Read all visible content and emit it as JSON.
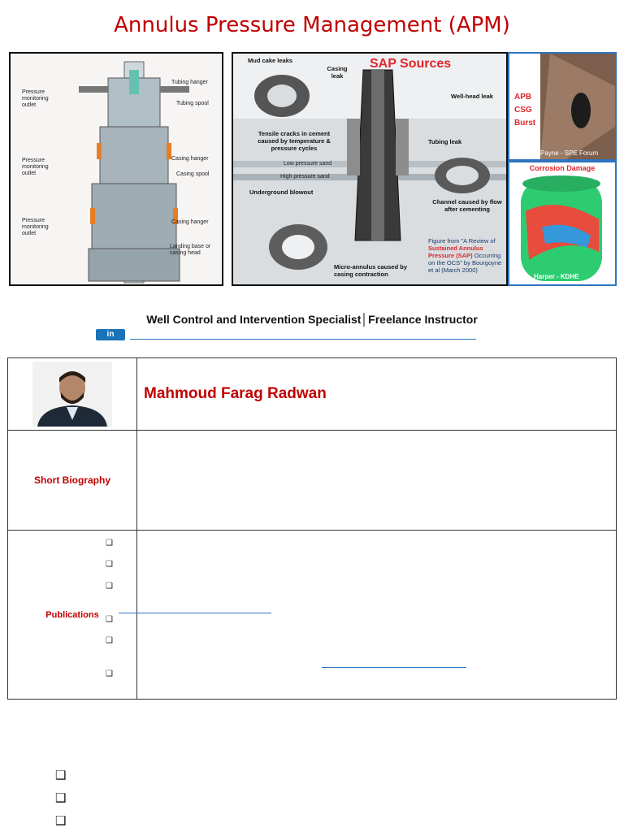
{
  "title": "Annulus Pressure Management (APM)",
  "figure_left": {
    "labels": {
      "tubing_hanger": "Tubing hanger",
      "tubing_spool": "Tubing spool",
      "casing_hanger_1": "Casing hanger",
      "casing_spool": "Casing spool",
      "casing_hanger_2": "Casing hanger",
      "landing_base": "Landing base or casing head",
      "pmo_1": "Pressure monitoring outlet",
      "pmo_2": "Pressure monitoring outlet",
      "pmo_3": "Pressure monitoring outlet"
    }
  },
  "figure_sap": {
    "title": "SAP Sources",
    "labels": {
      "mud_cake": "Mud cake leaks",
      "casing_leak": "Casing leak",
      "wellhead_leak": "Well-head leak",
      "tensile": "Tensile cracks in cement caused by temperature & pressure cycles",
      "tubing_leak": "Tubing leak",
      "low_sand": "Low pressure sand",
      "high_sand": "High pressure sand",
      "blowout": "Underground blowout",
      "channel": "Channel caused by flow after cementing",
      "micro": "Micro-annulus caused by casing contraction",
      "fig_prefix": "Figure from \"A Review of",
      "fig_red": "Sustained Annulus Pressure (SAP)",
      "fig_suffix": "Occurring on the OCS\" by Bourgoyne et al (March 2000)"
    }
  },
  "figure_right": {
    "apb": "APB",
    "csg": "CSG",
    "burst": "Burst",
    "credit_top": "Payne - SPE Forum",
    "corrosion_title": "Corrosion Damage",
    "credit_bottom": "Harper - KDHE"
  },
  "header_text": "Well Control and Intervention Specialist│Freelance Instructor",
  "linkedin": "in",
  "profile": {
    "name": "Mahmoud Farag Radwan",
    "short_bio_label": "Short Biography",
    "publications_label": "Publications"
  },
  "colors": {
    "accent": "#c00000",
    "link": "#2e74c0"
  },
  "icons": {
    "bullet": "❑",
    "profile": "avatar"
  }
}
